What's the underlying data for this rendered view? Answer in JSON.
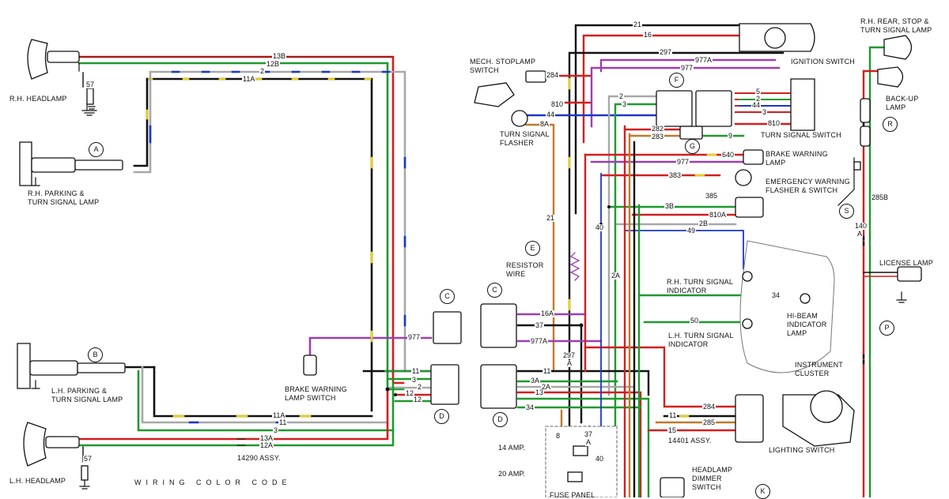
{
  "components": {
    "rh_headlamp": "R.H. HEADLAMP",
    "rh_parking": "R.H. PARKING &",
    "rh_parking2": "TURN SIGNAL LAMP",
    "lh_parking": "L.H. PARKING &",
    "lh_parking2": "TURN SIGNAL LAMP",
    "lh_headlamp": "L.H. HEADLAMP",
    "assy_14290": "14290 ASSY.",
    "brake_switch": "BRAKE WARNING",
    "brake_switch2": "LAMP SWITCH",
    "color_code": "WIRING COLOR CODE",
    "mech_stop": "MECH. STOPLAMP",
    "mech_stop2": "SWITCH",
    "turn_flasher": "TURN SIGNAL",
    "turn_flasher2": "FLASHER",
    "resistor": "RESISTOR",
    "resistor2": "WIRE",
    "ignition": "IGNITION SWITCH",
    "turn_switch": "TURN SIGNAL SWITCH",
    "brake_lamp": "BRAKE WARNING",
    "brake_lamp2": "LAMP",
    "emergency": "EMERGENCY WARNING",
    "emergency2": "FLASHER & SWITCH",
    "rh_indicator": "R.H. TURN SIGNAL",
    "rh_indicator2": "INDICATOR",
    "lh_indicator": "L.H. TURN SIGNAL",
    "lh_indicator2": "INDICATOR",
    "hibeam": "HI-BEAM",
    "hibeam2": "INDICATOR",
    "hibeam3": "LAMP",
    "cluster": "INSTRUMENT",
    "cluster2": "CLUSTER",
    "lighting": "LIGHTING SWITCH",
    "assy_14401": "14401 ASSY.",
    "dimmer": "HEADLAMP",
    "dimmer2": "DIMMER",
    "dimmer3": "SWITCH",
    "fuse14": "14 AMP.",
    "fuse20": "20 AMP.",
    "fuse_panel": "FUSE PANEL",
    "rh_rear": "R.H. REAR, STOP &",
    "rh_rear2": "TURN SIGNAL LAMP",
    "backup": "BACK-UP",
    "backup2": "LAMP",
    "license": "LICENSE LAMP"
  },
  "connectors": [
    "A",
    "B",
    "C",
    "D",
    "C",
    "D",
    "E",
    "F",
    "G",
    "K",
    "R",
    "S",
    "P"
  ],
  "wires": {
    "w13b": "13B",
    "w12b": "12B",
    "w2": "2",
    "w11a": "11A",
    "w57a": "57",
    "w977": "977",
    "w11": "11",
    "w3": "3",
    "w2b": "2",
    "w12": "12",
    "w12c": "12",
    "w11a2": "11A",
    "w11b": "11",
    "w3b": "3",
    "w13a": "13A",
    "w12a": "12A",
    "w57b": "57",
    "w21": "21",
    "w16": "16",
    "w297": "297",
    "w977a": "977A",
    "w977b": "977",
    "w284": "284",
    "w810": "810",
    "w44": "44",
    "w8a": "8A",
    "w2c": "2",
    "w3c": "3",
    "w282": "282",
    "w283": "283",
    "w5": "5",
    "w2d": "2",
    "w44b": "44",
    "w3d": "3",
    "w810b": "810",
    "w9": "9",
    "w640": "640",
    "w977c": "977",
    "w383": "383",
    "w385": "385",
    "w3b2": "3B",
    "w810a": "810A",
    "w2b2": "2B",
    "w40": "40",
    "w49": "49",
    "w21b": "21",
    "w2a": "2A",
    "w34": "34",
    "w50": "50",
    "w16a": "16A",
    "w37": "37",
    "w977a2": "977A",
    "w297a": "297",
    "w297a2": "A",
    "w11c": "11",
    "w3a": "3A",
    "w2a2": "2A",
    "w13": "13",
    "w34b": "34",
    "w284b": "284",
    "w11d": "11",
    "w285": "285",
    "w15": "15",
    "w8": "8",
    "w37b": "37",
    "w37c": "A",
    "w40b": "40",
    "w285b": "285B",
    "w140": "140",
    "w140a": "A"
  },
  "colors": {
    "red": "#d21f1f",
    "green": "#1e9a2e",
    "black": "#111111",
    "blue": "#1c37c8",
    "purple": "#9b3fb5",
    "yellow": "#e8d21a",
    "orange": "#c07a2a",
    "gray": "#a8a8a8"
  }
}
